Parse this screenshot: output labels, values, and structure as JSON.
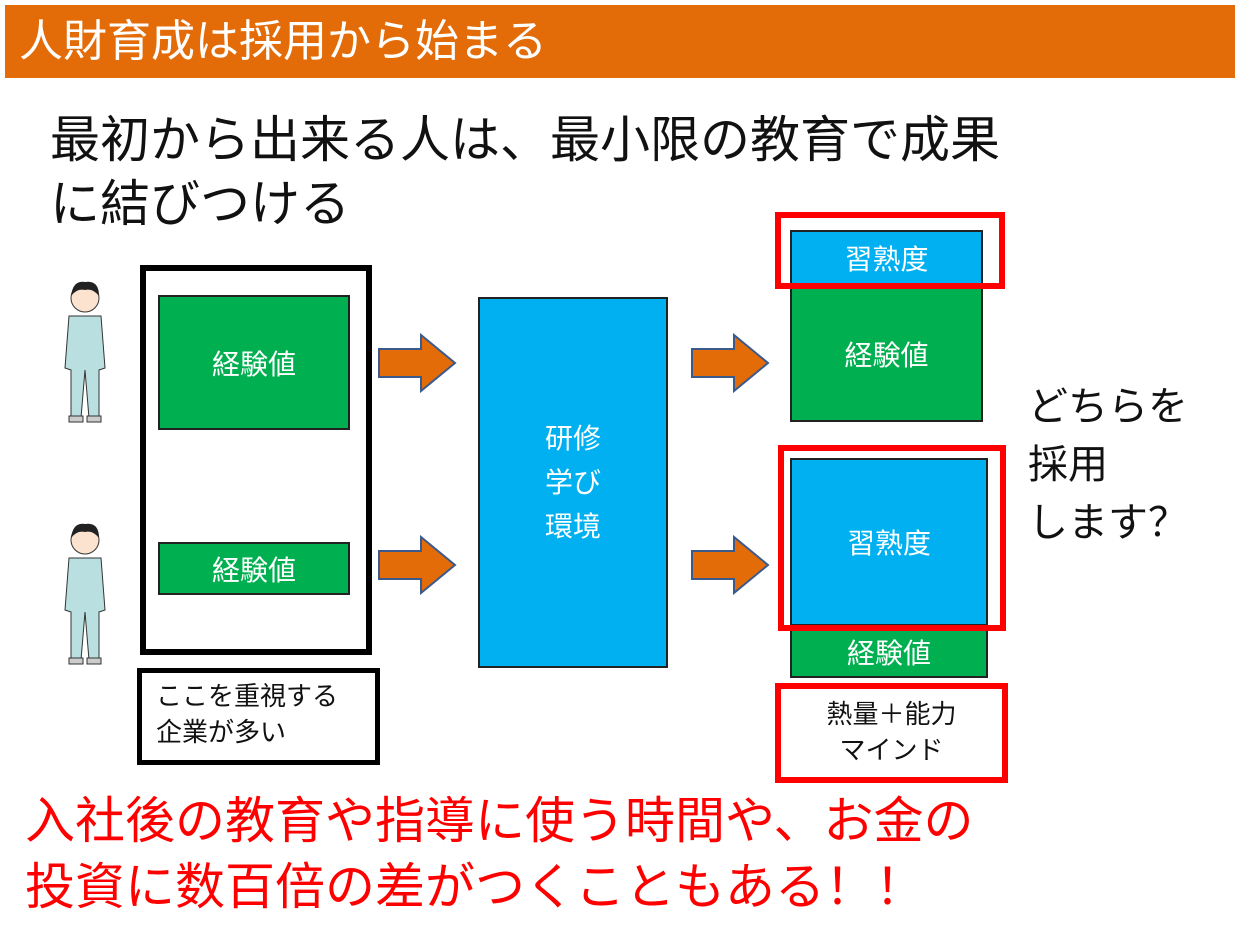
{
  "header": {
    "title": "人財育成は採用から始まる"
  },
  "headline": {
    "line1": "最初から出来る人は、最小限の教育で成果",
    "line2": "に結びつける"
  },
  "left": {
    "box1": "経験値",
    "box2": "経験値",
    "caption_line1": "ここを重視する",
    "caption_line2": "企業が多い"
  },
  "center": {
    "line1": "研修",
    "line2": "学び",
    "line3": "環境"
  },
  "right": {
    "top_skill": "習熟度",
    "top_exp": "経験値",
    "bottom_skill": "習熟度",
    "bottom_exp": "経験値",
    "extra_line1": "熱量＋能力",
    "extra_line2": "マインド"
  },
  "question": {
    "line1": "どちらを",
    "line2": "採用",
    "line3": "します？"
  },
  "bottom": {
    "line1": "入社後の教育や指導に使う時間や、お金の",
    "line2": "投資に数百倍の差がつくこともある！！"
  },
  "colors": {
    "header": "#E36C09",
    "green": "#00B050",
    "blue": "#00B0F0",
    "red": "#FF0000",
    "arrow": "#E36C09"
  }
}
